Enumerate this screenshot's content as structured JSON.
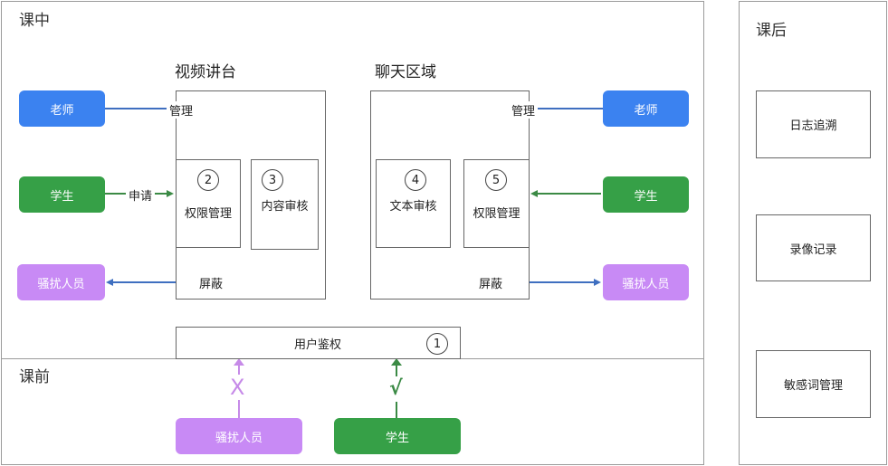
{
  "sections": {
    "in_class": "课中",
    "pre_class": "课前",
    "after_class": "课后"
  },
  "headings": {
    "video_stage": "视频讲台",
    "chat_area": "聊天区域"
  },
  "actors": {
    "teacher": "老师",
    "student": "学生",
    "harasser": "骚扰人员"
  },
  "edge_labels": {
    "manage": "管理",
    "apply": "申请",
    "block": "屏蔽"
  },
  "modules": {
    "permission_mgmt": "权限管理",
    "content_review": "内容审核",
    "text_review": "文本审核",
    "user_auth": "用户鉴权"
  },
  "numbers": {
    "n1": "1",
    "n2": "2",
    "n3": "3",
    "n4": "4",
    "n5": "5"
  },
  "marks": {
    "reject": "X",
    "accept": "√"
  },
  "after_items": {
    "log_trace": "日志追溯",
    "recording": "录像记录",
    "sensitive_words": "敏感词管理"
  },
  "colors": {
    "blue": "#3b82f0",
    "green": "#36a047",
    "purple": "#c88af5",
    "blue_line": "#3f6fc0",
    "green_line": "#3b8a45",
    "purple_line": "#c68ae8"
  }
}
